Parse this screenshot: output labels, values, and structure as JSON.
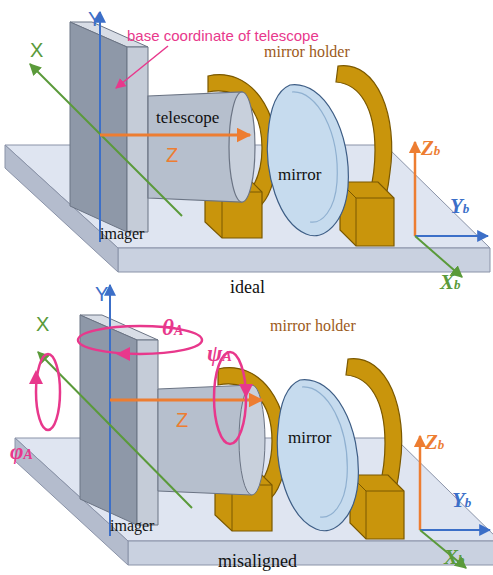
{
  "diagram": {
    "nodes": [
      {
        "text": [
          "telescope"
        ]
      },
      {
        "text": [
          "mirror"
        ]
      },
      {
        "text": [
          "mirror"
        ]
      }
    ],
    "labels": [
      "Y",
      "base coordinate of telescope",
      "X",
      "mirror holder",
      "Z",
      "Zb",
      "Yb",
      "imager",
      "Xb",
      "ideal",
      "Y",
      "θA",
      "mirror holder",
      "X",
      "ψA",
      "φA",
      "Z",
      "Zb",
      "Yb",
      "imager",
      "Xb",
      "misaligned"
    ]
  }
}
